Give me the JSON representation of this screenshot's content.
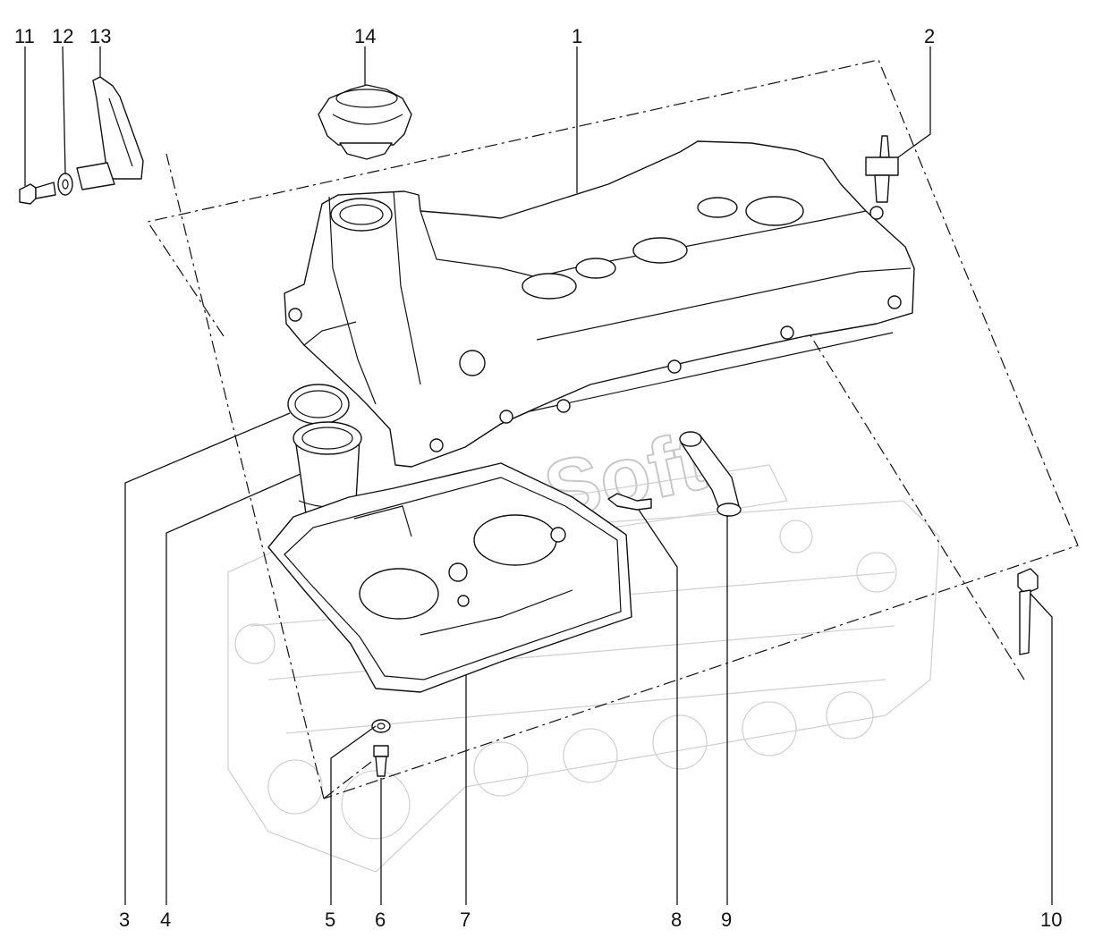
{
  "watermark": "AutoSoft",
  "callouts": [
    {
      "id": "c1",
      "label": "1"
    },
    {
      "id": "c2",
      "label": "2"
    },
    {
      "id": "c3",
      "label": "3"
    },
    {
      "id": "c4",
      "label": "4"
    },
    {
      "id": "c5",
      "label": "5"
    },
    {
      "id": "c6",
      "label": "6"
    },
    {
      "id": "c7",
      "label": "7"
    },
    {
      "id": "c8",
      "label": "8"
    },
    {
      "id": "c9",
      "label": "9"
    },
    {
      "id": "c10",
      "label": "10"
    },
    {
      "id": "c11",
      "label": "11"
    },
    {
      "id": "c12",
      "label": "12"
    },
    {
      "id": "c13",
      "label": "13"
    },
    {
      "id": "c14",
      "label": "14"
    }
  ]
}
